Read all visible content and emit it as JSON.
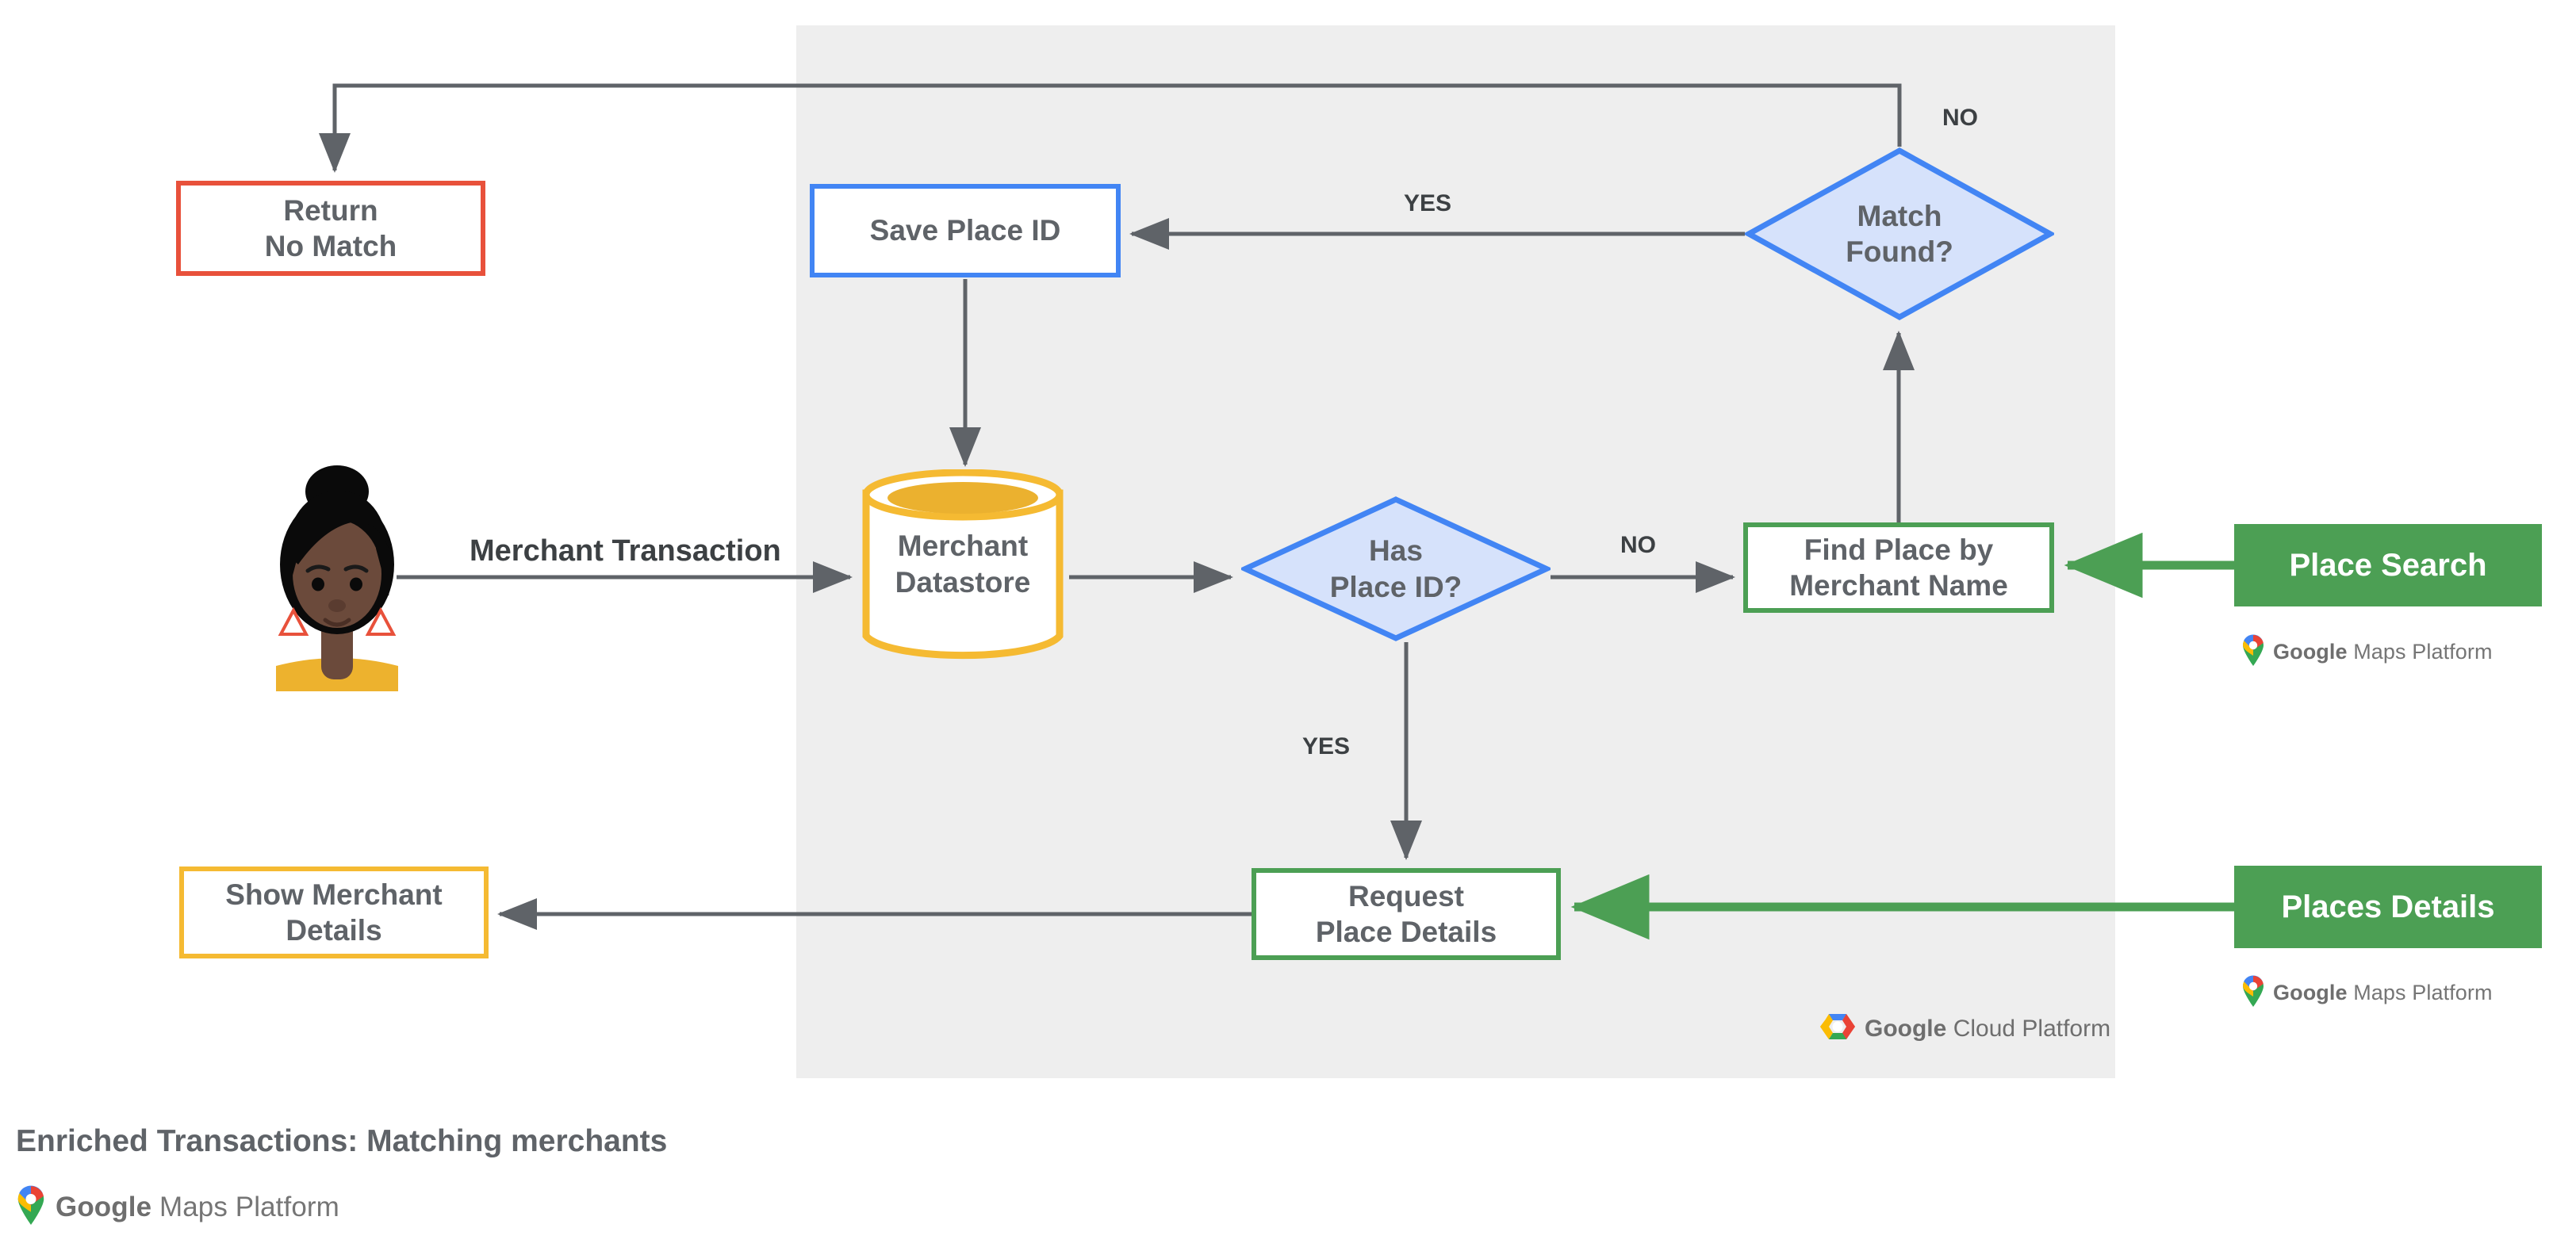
{
  "diagram": {
    "title": "Enriched Transactions: Matching merchants",
    "brand_footer": {
      "bold": "Google",
      "light": "Maps Platform"
    },
    "platform_panel_logo": {
      "bold": "Google",
      "light": "Cloud Platform"
    },
    "colors": {
      "panel_background": "#eeeeee",
      "red": "#E8513B",
      "blue": "#4285F4",
      "blue_fill": "#D6E2FB",
      "green": "#4C9F54",
      "yellow": "#F5BA32",
      "arrow_gray": "#5f6368",
      "text_gray": "#5f6368"
    }
  },
  "nodes": {
    "return_no_match": {
      "label": "Return\nNo Match",
      "shape": "process",
      "accent": "red"
    },
    "save_place_id": {
      "label": "Save Place ID",
      "shape": "process",
      "accent": "blue"
    },
    "merchant_datastore": {
      "label": "Merchant\nDatastore",
      "shape": "datastore",
      "accent": "yellow"
    },
    "has_place_id": {
      "label": "Has\nPlace ID?",
      "shape": "decision",
      "accent": "blue"
    },
    "match_found": {
      "label": "Match\nFound?",
      "shape": "decision",
      "accent": "blue"
    },
    "find_place": {
      "label": "Find Place by\nMerchant Name",
      "shape": "process",
      "accent": "green"
    },
    "request_place_details": {
      "label": "Request\nPlace Details",
      "shape": "process",
      "accent": "green"
    },
    "show_merchant_details": {
      "label": "Show Merchant\nDetails",
      "shape": "process",
      "accent": "yellow"
    },
    "user_avatar": {
      "label": "merchant-customer-avatar",
      "shape": "avatar"
    }
  },
  "api_chips": [
    {
      "label": "Place Search",
      "brand": {
        "bold": "Google",
        "light": "Maps Platform"
      }
    },
    {
      "label": "Places Details",
      "brand": {
        "bold": "Google",
        "light": "Maps Platform"
      }
    }
  ],
  "edges": [
    {
      "from": "user_avatar",
      "to": "merchant_datastore",
      "label": "Merchant Transaction"
    },
    {
      "from": "merchant_datastore",
      "to": "has_place_id",
      "label": ""
    },
    {
      "from": "has_place_id",
      "to": "find_place",
      "label": "NO"
    },
    {
      "from": "has_place_id",
      "to": "request_place_details",
      "label": "YES"
    },
    {
      "from": "find_place",
      "to": "match_found",
      "label": ""
    },
    {
      "from": "match_found",
      "to": "save_place_id",
      "label": "YES"
    },
    {
      "from": "match_found",
      "to": "return_no_match",
      "label": "NO"
    },
    {
      "from": "save_place_id",
      "to": "merchant_datastore",
      "label": ""
    },
    {
      "from": "place_search_api",
      "to": "find_place",
      "label": ""
    },
    {
      "from": "places_details_api",
      "to": "request_place_details",
      "label": ""
    },
    {
      "from": "request_place_details",
      "to": "show_merchant_details",
      "label": ""
    }
  ]
}
